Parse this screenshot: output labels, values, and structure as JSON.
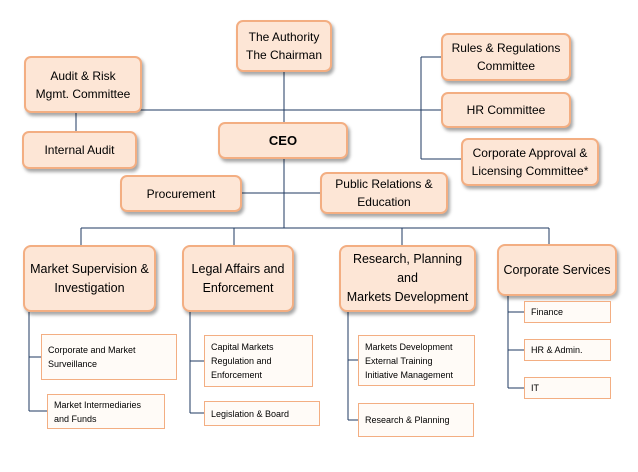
{
  "top": {
    "authority": "The Authority\nThe Chairman",
    "audit_risk": "Audit & Risk\nMgmt. Committee",
    "internal_audit": "Internal Audit",
    "ceo": "CEO",
    "rules_regulations": "Rules & Regulations\nCommittee",
    "hr_committee": "HR Committee",
    "corporate_approval": "Corporate Approval &\nLicensing Committee*",
    "procurement": "Procurement",
    "public_relations": "Public Relations &\nEducation"
  },
  "departments": [
    {
      "label": "Market Supervision &\nInvestigation",
      "units": [
        "Corporate and Market\nSurveillance",
        "Market Intermediaries\nand Funds"
      ]
    },
    {
      "label": "Legal Affairs and\nEnforcement",
      "units": [
        "Capital Markets\nRegulation and\nEnforcement",
        "Legislation & Board"
      ]
    },
    {
      "label": "Research, Planning and\nMarkets Development",
      "units": [
        "Markets Development\nExternal Training\nInitiative Management",
        "Research & Planning"
      ]
    },
    {
      "label": "Corporate Services",
      "units": [
        "Finance",
        "HR & Admin.",
        "IT"
      ]
    }
  ],
  "colors": {
    "box_fill": "#fde6d6",
    "box_border": "#f3ae82",
    "sub_fill": "#fffbf7",
    "connector": "#1f3a60"
  }
}
